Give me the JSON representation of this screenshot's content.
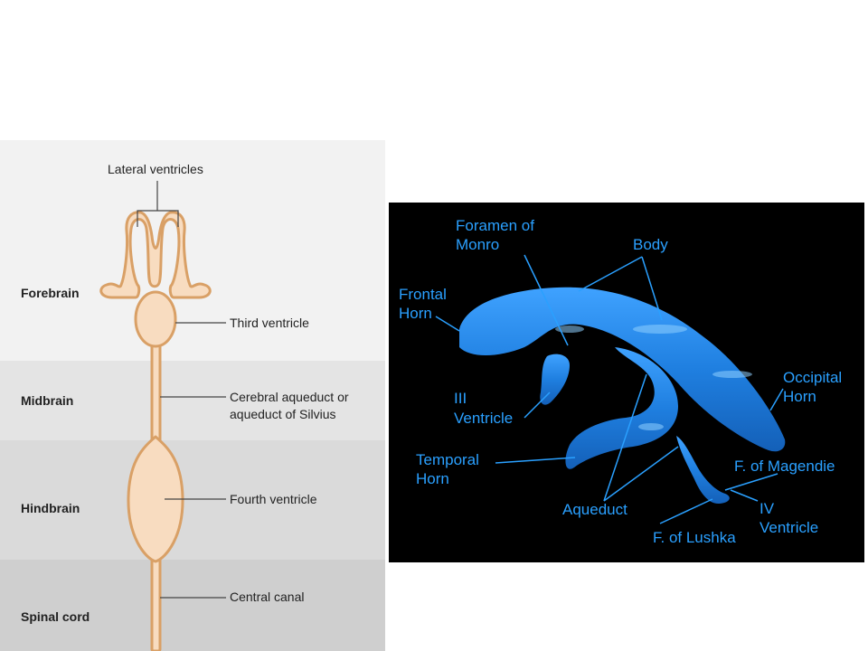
{
  "left_diagram": {
    "regions": {
      "forebrain": "Forebrain",
      "midbrain": "Midbrain",
      "hindbrain": "Hindbrain",
      "spinal_cord": "Spinal cord"
    },
    "labels": {
      "lateral_ventricles": "Lateral ventricles",
      "third_ventricle": "Third ventricle",
      "cerebral_aqueduct_line1": "Cerebral aqueduct or",
      "cerebral_aqueduct_line2": "aqueduct of Silvius",
      "fourth_ventricle": "Fourth ventricle",
      "central_canal": "Central canal"
    },
    "colors": {
      "band_forebrain": "#f2f2f2",
      "band_midbrain": "#e4e4e4",
      "band_hindbrain": "#dadada",
      "band_spinal": "#cfcfcf",
      "ventricle_fill": "#f8dcc0",
      "ventricle_outline": "#d9a066"
    }
  },
  "right_diagram": {
    "labels": {
      "foramen_monro_line1": "Foramen  of",
      "foramen_monro_line2": "Monro",
      "body": "Body",
      "frontal_horn_line1": "Frontal",
      "frontal_horn_line2": "Horn",
      "occipital_horn_line1": "Occipital",
      "occipital_horn_line2": "Horn",
      "iii_ventricle_line1": "III",
      "iii_ventricle_line2": "Ventricle",
      "temporal_horn_line1": "Temporal",
      "temporal_horn_line2": "Horn",
      "f_magendie": "F. of Magendie",
      "aqueduct": "Aqueduct",
      "iv_ventricle_line1": "IV",
      "iv_ventricle_line2": "Ventricle",
      "f_lushka": "F. of Lushka"
    },
    "colors": {
      "background": "#000000",
      "ventricle_fill": "#1f7fe0",
      "label_color": "#2aa0ff"
    }
  }
}
